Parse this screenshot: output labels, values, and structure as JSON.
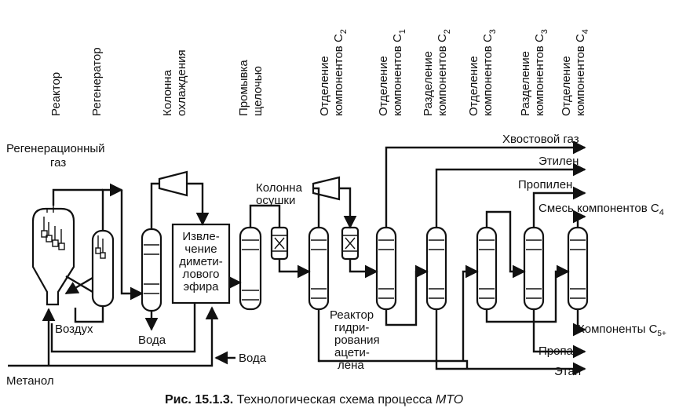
{
  "top_labels": {
    "reactor": "Реактор",
    "regenerator": "Регенератор",
    "cooling_col_1": "Колонна",
    "cooling_col_2": "охлаждения",
    "alkali_wash_1": "Промывка",
    "alkali_wash_2": "щелочью",
    "sep_c2_1": "Отделение",
    "sep_c2_2": "компонентов C",
    "sep_c2_sub": "2",
    "sep_c1_1": "Отделение",
    "sep_c1_2": "компонентов C",
    "sep_c1_sub": "1",
    "split_c2_1": "Разделение",
    "split_c2_2": "компонентов C",
    "split_c2_sub": "2",
    "sep_c3_1": "Отделение",
    "sep_c3_2": "компонентов C",
    "sep_c3_sub": "3",
    "split_c3_1": "Разделение",
    "split_c3_2": "компонентов C",
    "split_c3_sub": "3",
    "sep_c4_1": "Отделение",
    "sep_c4_2": "компонентов C",
    "sep_c4_sub": "4"
  },
  "stream_labels": {
    "regen_gas_1": "Регенерационный",
    "regen_gas_2": "газ",
    "air": "Воздух",
    "water_out": "Вода",
    "water_in": "Вода",
    "methanol": "Метанол",
    "tail_gas": "Хвостовой газ",
    "ethylene": "Этилен",
    "propylene": "Пропилен",
    "c4_mix": "Смесь компонентов C",
    "c4_mix_sub": "4",
    "c5_comp": "Компоненты C",
    "c5_comp_sub": "5+",
    "propane": "Пропан",
    "ethane": "Этан"
  },
  "unit_labels": {
    "dme_1": "Извле-",
    "dme_2": "чение",
    "dme_3": "димети-",
    "dme_4": "лового",
    "dme_5": "эфира",
    "dryer_1": "Колонна",
    "dryer_2": "осушки",
    "hydro_1": "Реактор",
    "hydro_2": "гидри-",
    "hydro_3": "рования",
    "hydro_4": "ацети-",
    "hydro_5": "лена"
  },
  "caption": {
    "bold": "Рис. 15.1.3.",
    "text": " Технологическая схема процесса ",
    "italic": "МТО"
  }
}
